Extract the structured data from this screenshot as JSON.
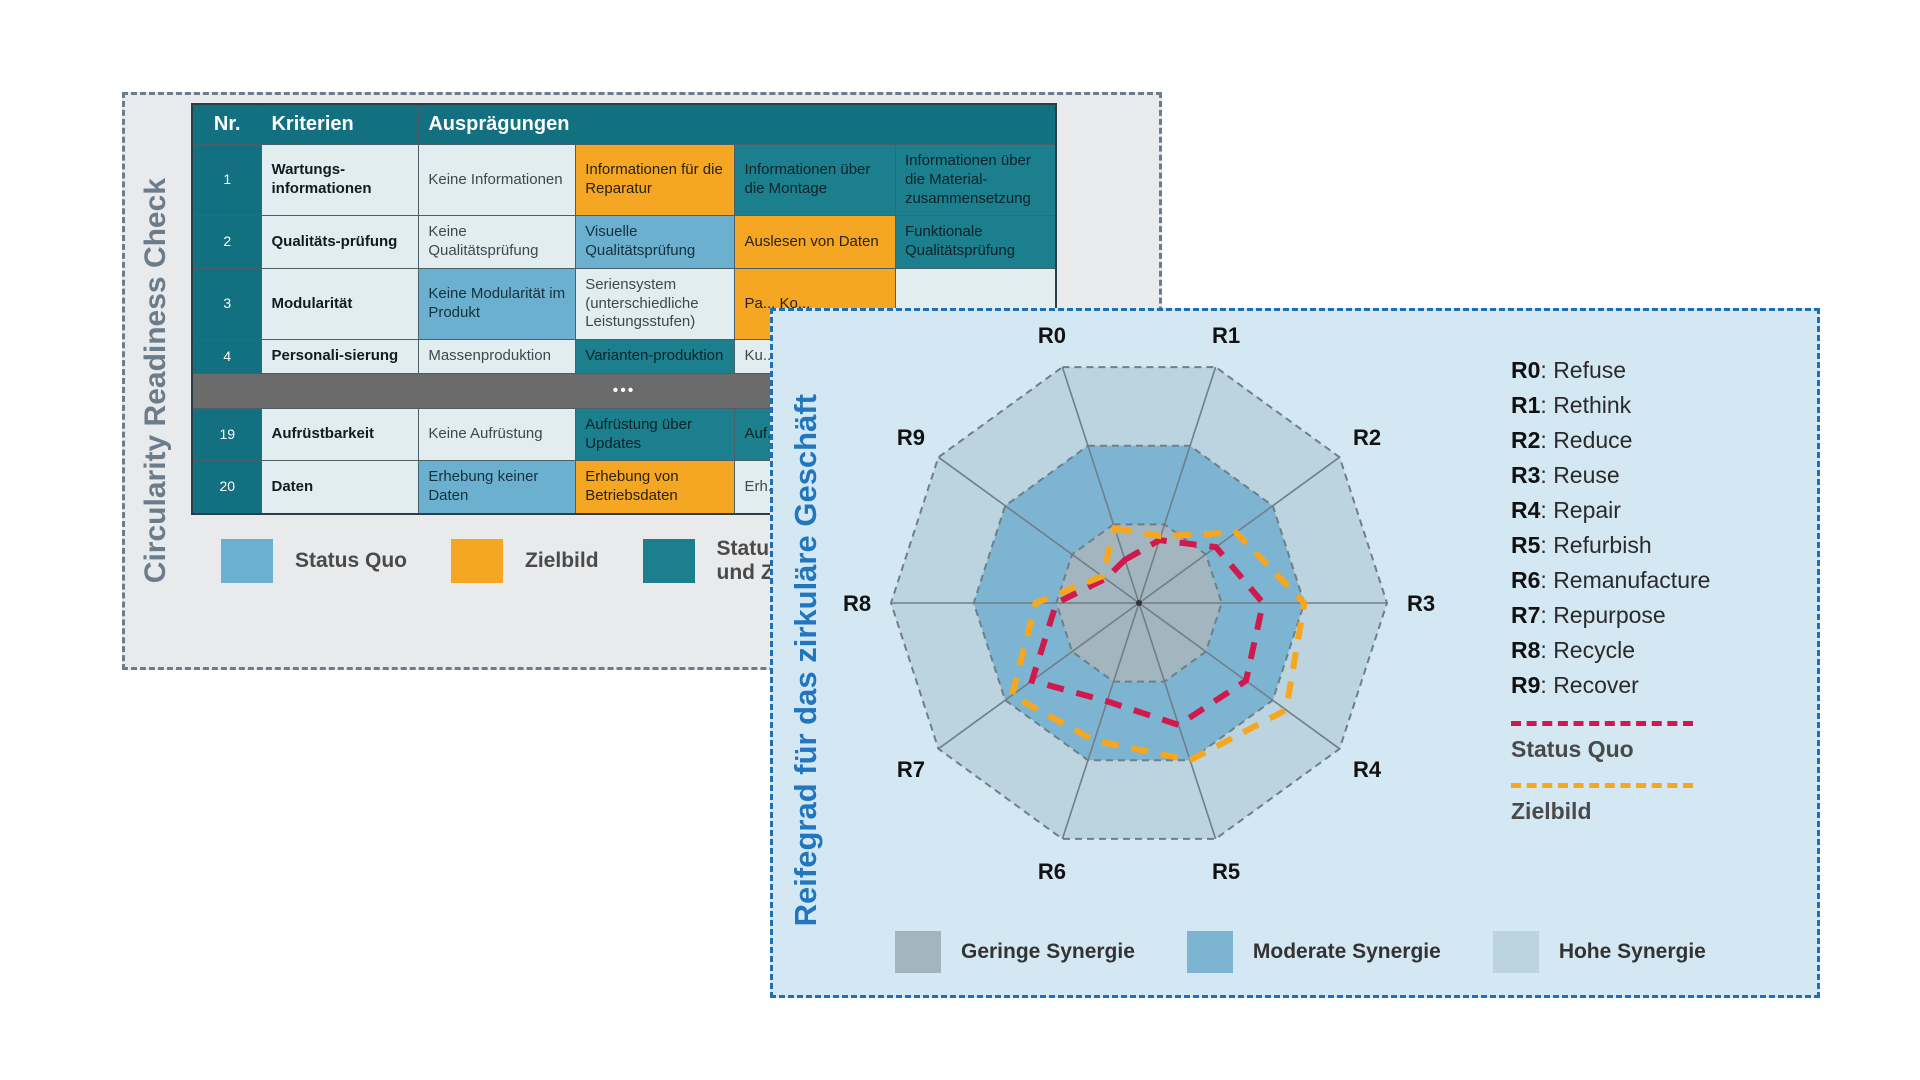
{
  "left_panel": {
    "title": "Circularity Readiness Check",
    "table": {
      "headers": [
        "Nr.",
        "Kriterien",
        "Ausprägungen",
        "",
        "",
        ""
      ],
      "rows": [
        {
          "nr": "1",
          "kriterium": "Wartungs-informationen",
          "cells": [
            {
              "text": "Keine Informationen",
              "fill": "white"
            },
            {
              "text": "Informationen für die Reparatur",
              "fill": "orange"
            },
            {
              "text": "Informationen über die Montage",
              "fill": "teal"
            },
            {
              "text": "Informationen über die Material-zusammensetzung",
              "fill": "teal"
            }
          ]
        },
        {
          "nr": "2",
          "kriterium": "Qualitäts-prüfung",
          "cells": [
            {
              "text": "Keine Qualitätsprüfung",
              "fill": "white"
            },
            {
              "text": "Visuelle Qualitätsprüfung",
              "fill": "blue"
            },
            {
              "text": "Auslesen von Daten",
              "fill": "orange"
            },
            {
              "text": "Funktionale Qualitätsprüfung",
              "fill": "teal"
            }
          ]
        },
        {
          "nr": "3",
          "kriterium": "Modularität",
          "cells": [
            {
              "text": "Keine Modularität im Produkt",
              "fill": "blue"
            },
            {
              "text": "Seriensystem (unterschiedliche Leistungsstufen)",
              "fill": "white"
            },
            {
              "text": "Pa... Ko...",
              "fill": "orange"
            },
            {
              "text": "",
              "fill": "white"
            }
          ]
        },
        {
          "nr": "4",
          "kriterium": "Personali-sierung",
          "cells": [
            {
              "text": "Massenproduktion",
              "fill": "white"
            },
            {
              "text": "Varianten-produktion",
              "fill": "teal"
            },
            {
              "text": "Ku... Ma...",
              "fill": "white"
            },
            {
              "text": "",
              "fill": "white"
            }
          ]
        },
        {
          "nr": "19",
          "kriterium": "Aufrüstbarkeit",
          "cells": [
            {
              "text": "Keine Aufrüstung",
              "fill": "white"
            },
            {
              "text": "Aufrüstung über Updates",
              "fill": "teal"
            },
            {
              "text": "Auf... Re...",
              "fill": "teal"
            },
            {
              "text": "",
              "fill": "white"
            }
          ]
        },
        {
          "nr": "20",
          "kriterium": "Daten",
          "cells": [
            {
              "text": "Erhebung keiner Daten",
              "fill": "blue"
            },
            {
              "text": "Erhebung von Betriebsdaten",
              "fill": "orange"
            },
            {
              "text": "Erh... Log...",
              "fill": "white"
            },
            {
              "text": "",
              "fill": "white"
            }
          ]
        }
      ],
      "ellipsis": "•••"
    },
    "legend": [
      {
        "label": "Status Quo",
        "color": "#6cb0d0"
      },
      {
        "label": "Zielbild",
        "color": "#f5a623"
      },
      {
        "label": "Status Quo und Zielbild",
        "color": "#1b7f8e"
      }
    ]
  },
  "right_panel": {
    "title": "Reifegrad für das zirkuläre Geschäft",
    "r_strategies": [
      {
        "code": "R0",
        "name": "Refuse"
      },
      {
        "code": "R1",
        "name": "Rethink"
      },
      {
        "code": "R2",
        "name": "Reduce"
      },
      {
        "code": "R3",
        "name": "Reuse"
      },
      {
        "code": "R4",
        "name": "Repair"
      },
      {
        "code": "R5",
        "name": "Refurbish"
      },
      {
        "code": "R6",
        "name": "Remanufacture"
      },
      {
        "code": "R7",
        "name": "Repurpose"
      },
      {
        "code": "R8",
        "name": "Recycle"
      },
      {
        "code": "R9",
        "name": "Recover"
      }
    ],
    "series_keys": [
      {
        "label": "Status Quo",
        "color": "#d01a4e"
      },
      {
        "label": "Zielbild",
        "color": "#f6a71d"
      }
    ],
    "synergy_legend": [
      {
        "label": "Geringe Synergie",
        "color": "#a3b6c0"
      },
      {
        "label": "Moderate Synergie",
        "color": "#7db4d1"
      },
      {
        "label": "Hohe Synergie",
        "color": "#bcd4e0"
      }
    ]
  },
  "chart_data": {
    "type": "radar",
    "title": "Reifegrad für das zirkuläre Geschäft",
    "categories": [
      "R0",
      "R1",
      "R2",
      "R3",
      "R4",
      "R5",
      "R6",
      "R7",
      "R8",
      "R9"
    ],
    "category_labels": [
      "R0: Refuse",
      "R1: Rethink",
      "R2: Reduce",
      "R3: Reuse",
      "R4: Repair",
      "R5: Refurbish",
      "R6: Remanufacture",
      "R7: Repurpose",
      "R8: Recycle",
      "R9: Recover"
    ],
    "rlim": [
      0,
      3
    ],
    "rings": [
      {
        "name": "Geringe Synergie",
        "radius": 1,
        "color": "#a3b6c0"
      },
      {
        "name": "Moderate Synergie",
        "radius": 2,
        "color": "#7db4d1"
      },
      {
        "name": "Hohe Synergie",
        "radius": 3,
        "color": "#bcd4e0"
      }
    ],
    "grid": true,
    "legend_position": "right",
    "series": [
      {
        "name": "Status Quo",
        "color": "#d01a4e",
        "style": "dashed",
        "values": [
          0.55,
          0.8,
          1.15,
          1.5,
          1.6,
          1.55,
          1.25,
          1.6,
          1.0,
          0.5
        ]
      },
      {
        "name": "Zielbild",
        "color": "#f6a71d",
        "style": "dashed",
        "values": [
          0.95,
          0.85,
          1.45,
          2.0,
          2.2,
          2.0,
          1.75,
          1.9,
          1.25,
          0.55
        ]
      }
    ]
  }
}
